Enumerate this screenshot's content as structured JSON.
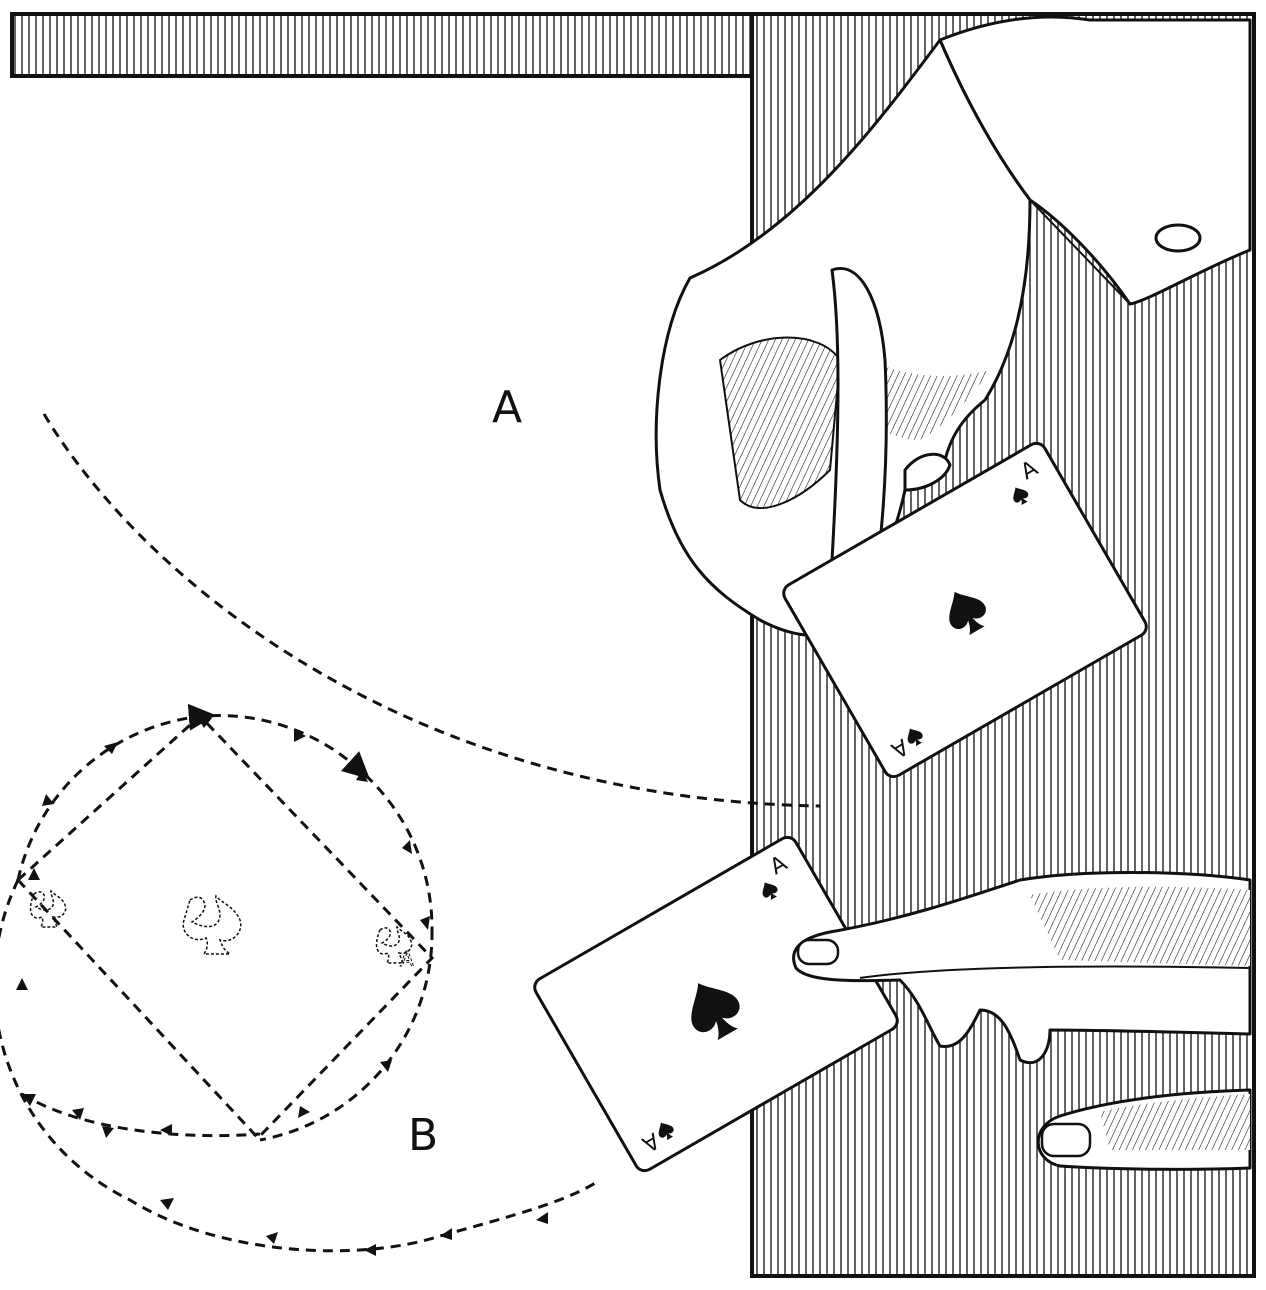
{
  "figure": {
    "label_a": "A",
    "label_b": "B"
  },
  "cards": {
    "upper_card_index": "A",
    "lower_card_index": "A",
    "ghost_card_index": "A"
  },
  "colors": {
    "ink": "#111111",
    "paper": "#ffffff"
  },
  "icons": [
    "spade-icon",
    "path-arrow-icon"
  ]
}
